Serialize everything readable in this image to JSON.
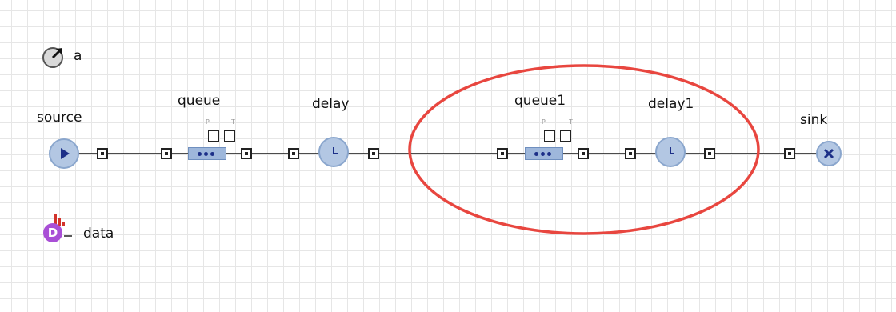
{
  "parameter": {
    "label": "a"
  },
  "dataset": {
    "label": "data",
    "icon_letter": "D"
  },
  "blocks": {
    "source": "source",
    "queue": "queue",
    "delay": "delay",
    "queue1": "queue1",
    "delay1": "delay1",
    "sink": "sink"
  },
  "queue_port_letters": {
    "p": "P",
    "t": "T"
  },
  "colors": {
    "block_fill": "#b3c7e3",
    "block_border": "#8aa6cd",
    "highlight_ellipse": "#e8463f",
    "dataset_icon": "#a94fd6"
  }
}
